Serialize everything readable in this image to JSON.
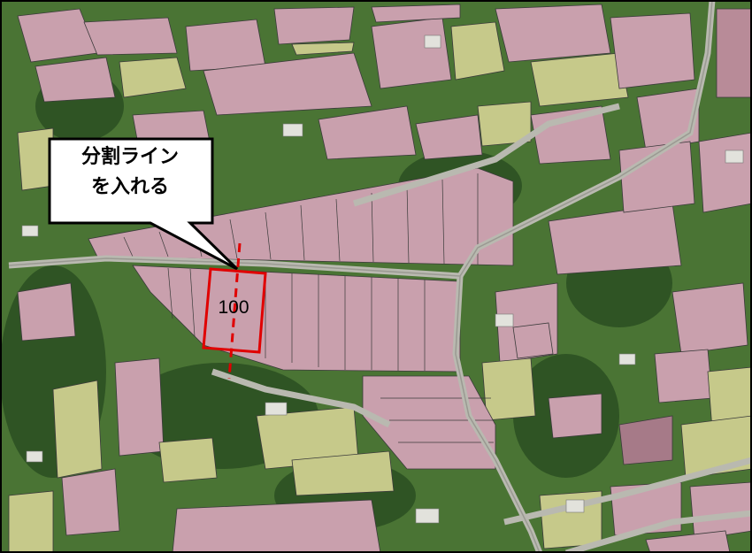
{
  "callout": {
    "line1": "分割ライン",
    "line2": "を入れる"
  },
  "parcel": {
    "number": "100"
  },
  "colors": {
    "field_pink": "#c9a0ad",
    "field_yellow": "#c6c98a",
    "forest": "#3f6a2e",
    "road": "#b9b9b0",
    "highlight_red": "#e00000"
  }
}
